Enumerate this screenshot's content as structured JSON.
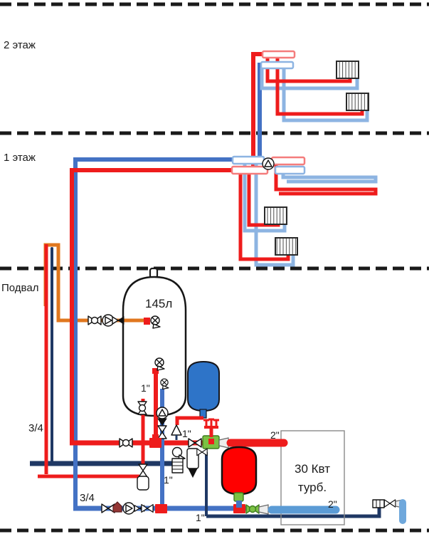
{
  "labels": {
    "floor_2": "2 этаж",
    "floor_1": "1 этаж",
    "basement": "Подвал",
    "tank_volume": "145л",
    "boiler_power": "30 Квт",
    "boiler_type": "турб.",
    "size_three_quarter_upper": "3/4",
    "size_three_quarter_lower": "3/4",
    "size_one_inch_tank": "1\"",
    "size_one_inch_valve": "1\"",
    "size_one_inch_pump": "1\"",
    "size_one_inch_bottom": "1\"",
    "size_two_inch_supply": "2\"",
    "size_two_inch_return": "2\""
  },
  "colors": {
    "red": "#ee1c1c",
    "blue_medium": "#4472c4",
    "blue_light": "#8db4e2",
    "navy": "#1f3864",
    "orange": "#e0771e",
    "blue_thick": "#5b9bd5",
    "blue_cold": "#6fa8dc",
    "green": "#7bc143",
    "green_dark": "#3e7d1e",
    "tank_blue": "#2e74c8",
    "tank_red": "#ff0000",
    "manifold_red": "#f47c7c",
    "manifold_blue": "#8db4e2",
    "filter_dark": "#943634",
    "box_gray": "#8a8a8a",
    "line_black": "#1a1a1a"
  }
}
